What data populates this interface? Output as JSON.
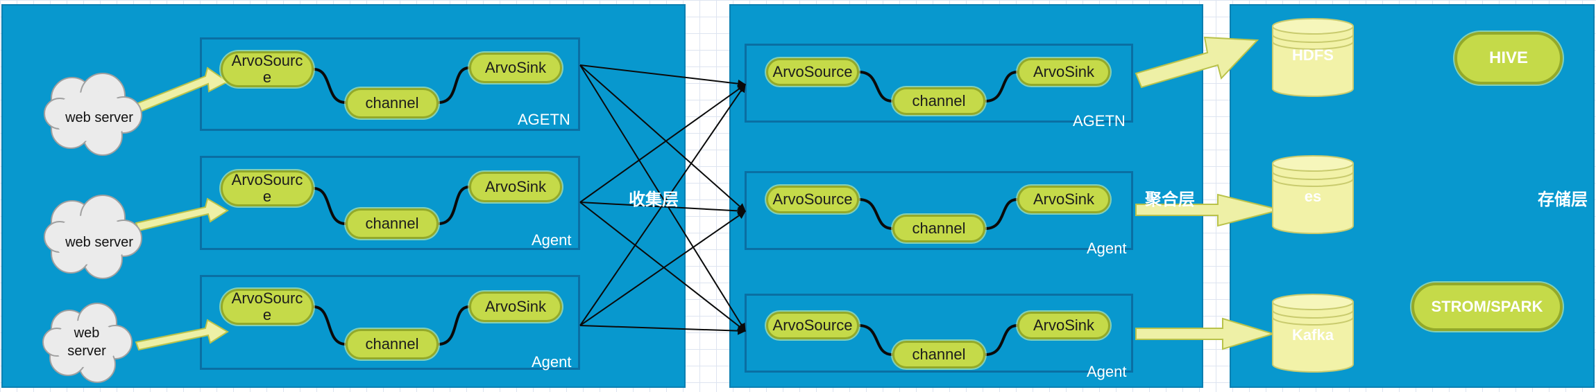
{
  "layers": {
    "collect": "收集层",
    "aggregate": "聚合层",
    "storage": "存储层"
  },
  "collect_agents": [
    {
      "label": "AGETN",
      "source": "ArvoSourc\ne",
      "channel": "channel",
      "sink": "ArvoSink"
    },
    {
      "label": "Agent",
      "source": "ArvoSourc\ne",
      "channel": "channel",
      "sink": "ArvoSink"
    },
    {
      "label": "Agent",
      "source": "ArvoSourc\ne",
      "channel": "channel",
      "sink": "ArvoSink"
    }
  ],
  "web_servers": [
    {
      "label": "web server"
    },
    {
      "label": "web server"
    },
    {
      "label": "web\nserver"
    }
  ],
  "aggregate_agents": [
    {
      "label": "AGETN",
      "source": "ArvoSource",
      "channel": "channel",
      "sink": "ArvoSink"
    },
    {
      "label": "Agent",
      "source": "ArvoSource",
      "channel": "channel",
      "sink": "ArvoSink"
    },
    {
      "label": "Agent",
      "source": "ArvoSource",
      "channel": "channel",
      "sink": "ArvoSink"
    }
  ],
  "stores": [
    {
      "label": "HDFS"
    },
    {
      "label": "es"
    },
    {
      "label": "Kafka"
    }
  ],
  "compute": [
    {
      "label": "HIVE"
    },
    {
      "label": "STROM/SPARK"
    }
  ],
  "colors": {
    "layer_bg": "#0898ce",
    "agent_border": "#0a6fa3",
    "pill_fill": "#c5da49",
    "db_fill": "#f2f2a8",
    "arrow_fill": "#eef0a6"
  }
}
